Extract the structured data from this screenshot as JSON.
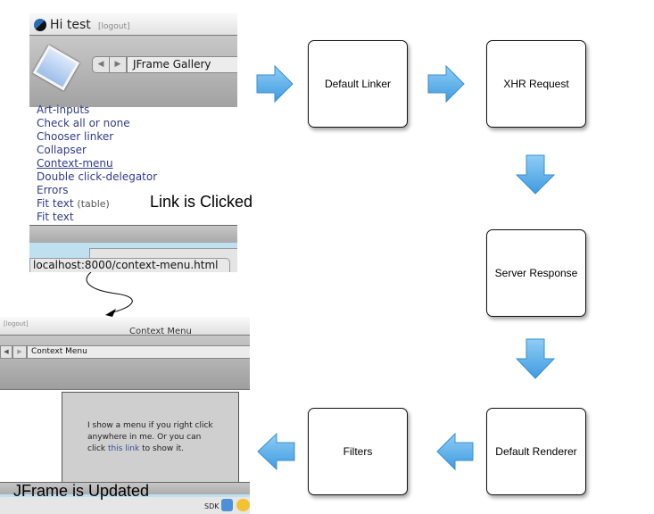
{
  "screenshot_before": {
    "greeting": "Hi test",
    "logout": "[logout]",
    "location": "JFrame Gallery",
    "links": [
      "Art-inputs",
      "Check all or none",
      "Chooser linker",
      "Collapser",
      "Context-menu",
      "Double click-delegator",
      "Errors",
      "Fit text",
      "Fit text"
    ],
    "links_suffix": {
      "7": "(table)"
    },
    "status_url": "localhost:8000/context-menu.html"
  },
  "caption_clicked": "Link is Clicked",
  "screenshot_after": {
    "logout": "[logout]",
    "window_title": "Context Menu",
    "location": "Context Menu",
    "body_text_1": "I show a menu if you right click anywhere in me. Or you can click",
    "body_link": "this link",
    "body_text_2": "to show it.",
    "sdk": "SDK"
  },
  "caption_updated": "JFrame is Updated",
  "steps": {
    "default_linker": "Default Linker",
    "xhr_request": "XHR Request",
    "server_response": "Server Response",
    "default_renderer": "Default Renderer",
    "filters": "Filters"
  },
  "colors": {
    "arrow": "#5aaee8",
    "link": "#2f3c8c"
  }
}
